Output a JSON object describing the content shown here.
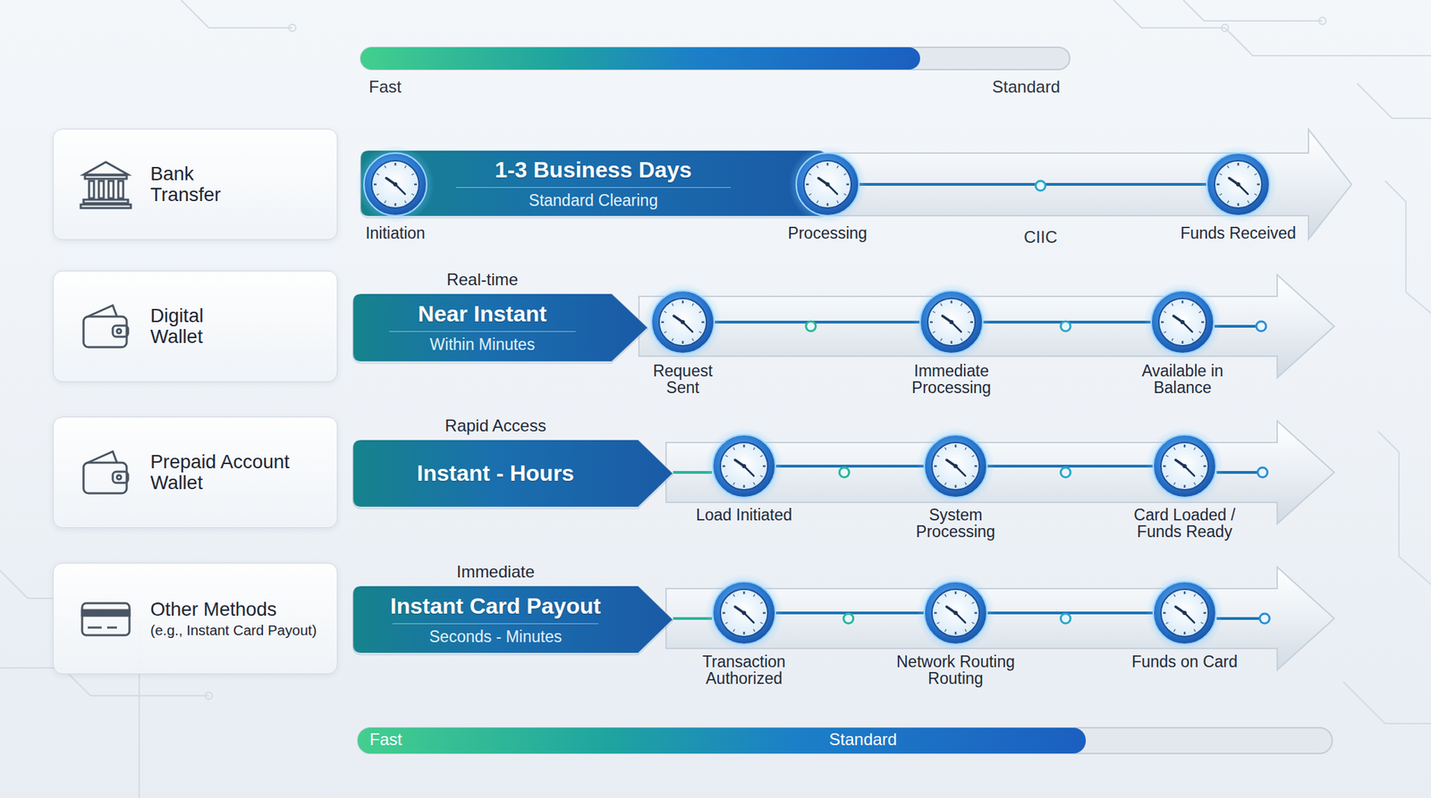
{
  "diagram": {
    "nodes": [
      {
        "text": [
          "Bank Transfer"
        ]
      },
      {
        "text": [
          "1-3 Business Days",
          "Standard Clearing"
        ]
      },
      {
        "text": [
          "Initiation"
        ]
      },
      {
        "text": [
          "Processing"
        ]
      },
      {
        "text": [
          "Funds Received"
        ]
      },
      {
        "text": [
          "Digital Wallet"
        ]
      },
      {
        "text": [
          "Real-time",
          "Near Instant",
          "Within Minutes"
        ]
      },
      {
        "text": [
          "Request Sent"
        ]
      },
      {
        "text": [
          "Immediate Processing"
        ]
      },
      {
        "text": [
          "Available in Balance"
        ]
      },
      {
        "text": [
          "Prepaid Account Wallet"
        ]
      },
      {
        "text": [
          "Rapid Access",
          "Instant - Hours"
        ]
      },
      {
        "text": [
          "Load Initiated"
        ]
      },
      {
        "text": [
          "System Processing"
        ]
      },
      {
        "text": [
          "Card Loaded / Funds Ready"
        ]
      },
      {
        "text": [
          "Other Methods",
          "(e.g., Instant Card Payout)"
        ]
      },
      {
        "text": [
          "Immediate",
          "Instant Card Payout",
          "Seconds - Minutes"
        ]
      },
      {
        "text": [
          "Transaction Authorized"
        ]
      },
      {
        "text": [
          "Network Routing Routing"
        ]
      },
      {
        "text": [
          "Funds on Card"
        ]
      }
    ],
    "edges": [
      {
        "from": 3,
        "to": 4,
        "arrow": "none"
      },
      {
        "from": 7,
        "to": 8,
        "arrow": "none"
      },
      {
        "from": 8,
        "to": 9,
        "arrow": "none"
      },
      {
        "from": 12,
        "to": 13,
        "arrow": "none"
      },
      {
        "from": 13,
        "to": 14,
        "arrow": "none"
      },
      {
        "from": 17,
        "to": 18,
        "arrow": "none"
      },
      {
        "from": 18,
        "to": 19,
        "arrow": "none"
      }
    ],
    "labels": [
      "Fast",
      "Standard",
      "CIIC",
      "Fast",
      "Standard"
    ]
  }
}
